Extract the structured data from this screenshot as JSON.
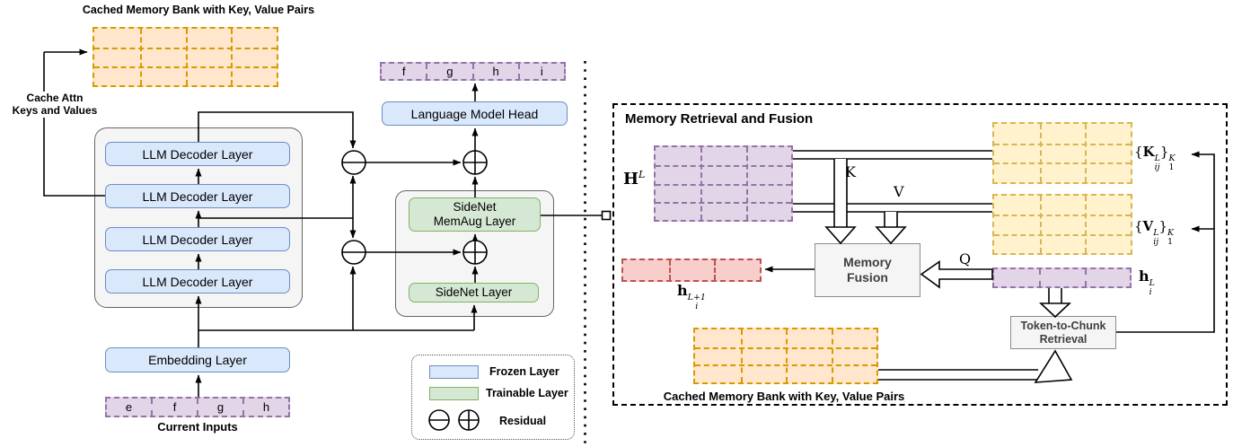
{
  "left": {
    "memory_bank_title": "Cached Memory Bank with Key, Value Pairs",
    "cache_attn_line1": "Cache Attn",
    "cache_attn_line2": "Keys and Values",
    "decoder_layers": [
      "LLM Decoder Layer",
      "LLM Decoder Layer",
      "LLM Decoder Layer",
      "LLM Decoder Layer"
    ],
    "embedding_layer": "Embedding Layer",
    "input_tokens": [
      "e",
      "f",
      "g",
      "h"
    ],
    "current_inputs_label": "Current Inputs",
    "output_tokens": [
      "f",
      "g",
      "h",
      "i"
    ],
    "lm_head": "Language Model Head",
    "sidenet_memaug_line1": "SideNet",
    "sidenet_memaug_line2": "MemAug Layer",
    "sidenet_layer": "SideNet Layer"
  },
  "legend": {
    "frozen": "Frozen Layer",
    "trainable": "Trainable Layer",
    "residual": "Residual"
  },
  "right": {
    "panel_title": "Memory Retrieval and Fusion",
    "hL": {
      "base": "H",
      "sup": "L"
    },
    "k_label": "K",
    "v_label": "V",
    "q_label": "Q",
    "k_set": {
      "open": "{",
      "base": "K",
      "sub": "ij",
      "sup": "L",
      "close": "}",
      "outer_sub": "1",
      "outer_sup": "K"
    },
    "v_set": {
      "open": "{",
      "base": "V",
      "sub": "ij",
      "sup": "L",
      "close": "}",
      "outer_sub": "1",
      "outer_sup": "K"
    },
    "hi": {
      "base": "h",
      "sub": "i",
      "sup": "L"
    },
    "hi_next": {
      "base": "h",
      "sub": "i",
      "sup": "L+1"
    },
    "memory_fusion_line1": "Memory",
    "memory_fusion_line2": "Fusion",
    "retrieval_line1": "Token-to-Chunk",
    "retrieval_line2": "Retrieval",
    "bank_caption": "Cached Memory Bank with Key, Value Pairs"
  },
  "grids": {
    "bankTopLeft": {
      "rows": 3,
      "cols": 4
    },
    "hGrid": {
      "rows": 4,
      "cols": 3
    },
    "kGrid": {
      "rows": 3,
      "cols": 3
    },
    "vGrid": {
      "rows": 3,
      "cols": 3
    },
    "hiRow": {
      "rows": 1,
      "cols": 3
    },
    "redRow": {
      "rows": 1,
      "cols": 3
    },
    "bankBottom": {
      "rows": 3,
      "cols": 4
    }
  },
  "colors": {
    "frozen_fill": "#dae8fc",
    "frozen_stroke": "#6c8ebf",
    "trainable_fill": "#d5e8d4",
    "trainable_stroke": "#82b366",
    "token_fill": "#e1d5e7",
    "token_stroke": "#9673a6",
    "memory_fill": "#ffe6cc",
    "memory_stroke": "#d79b00",
    "retrieved_fill": "#fff2cc",
    "retrieved_stroke": "#d6b656",
    "output_fill": "#f8cecc",
    "output_stroke": "#b85450",
    "container_fill": "#f5f5f5"
  }
}
